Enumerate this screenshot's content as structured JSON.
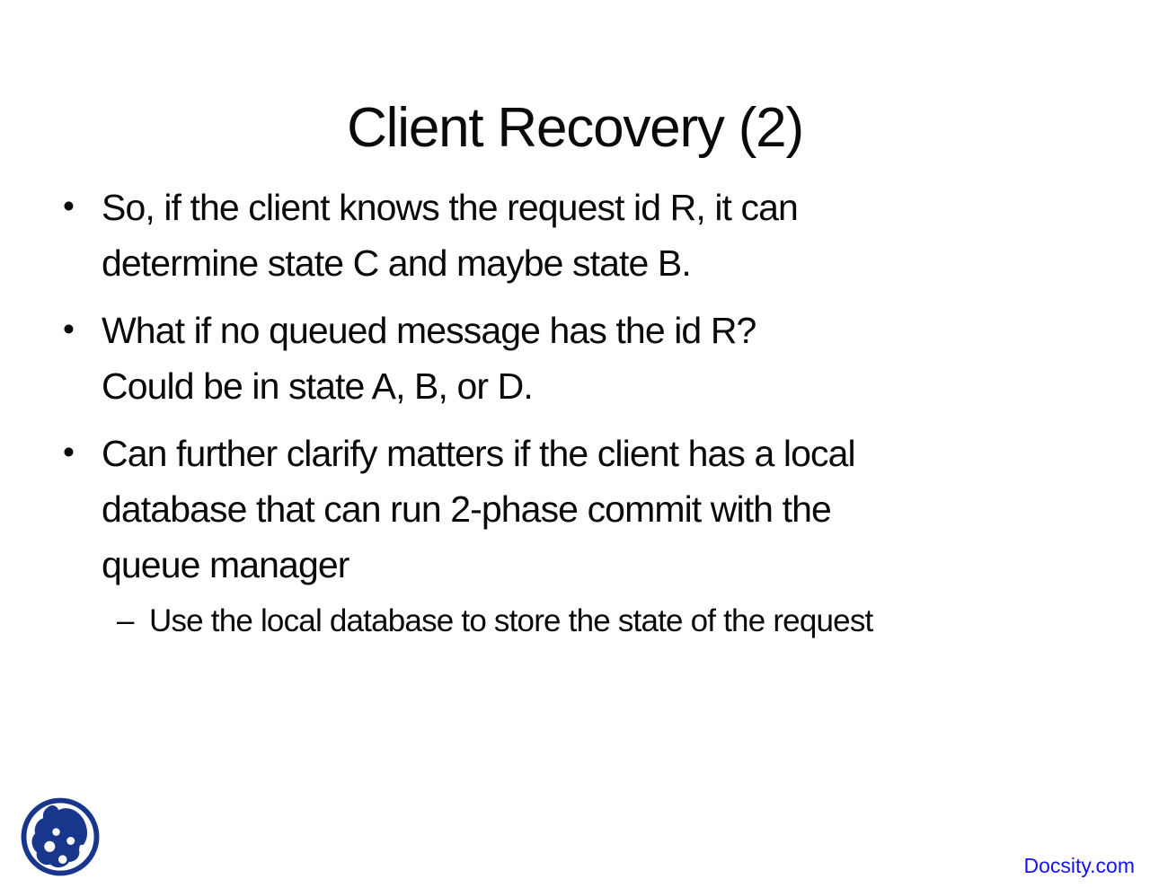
{
  "slide": {
    "title": "Client Recovery (2)",
    "bullet_char": "•",
    "dash_char": "–",
    "bullets": [
      {
        "text": "So, if the client knows the request id R, it can\ndetermine state C and maybe state B.",
        "sub": []
      },
      {
        "text": "What if no queued message has the id R?\nCould be in state A, B, or D.",
        "sub": []
      },
      {
        "text": "Can further clarify matters if the client has a local\ndatabase that can run 2-phase commit with the\nqueue manager",
        "sub": [
          "Use the local database to store the state of the request"
        ]
      }
    ]
  },
  "footer": {
    "logo": "docsity-stone-logo",
    "watermark": "Docsity.com"
  },
  "colors": {
    "background": "#ffffff",
    "text": "#0a0a0a",
    "logo_navy": "#17368c",
    "watermark_blue": "#1413f1"
  }
}
